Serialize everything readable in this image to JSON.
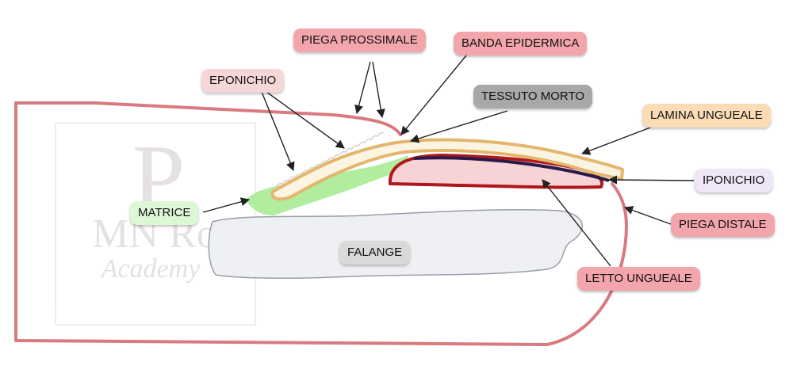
{
  "labels": {
    "piega_prossimale": "PIEGA PROSSIMALE",
    "banda_epidermica": "BANDA EPIDERMICA",
    "eponichio": "EPONICHIO",
    "tessuto_morto": "TESSUTO MORTO",
    "lamina_ungueale": "LAMINA UNGUEALE",
    "iponichio": "IPONICHIO",
    "matrice": "MATRICE",
    "piega_distale": "PIEGA DISTALE",
    "falange": "FALANGE",
    "letto_ungueale": "LETTO UNGUEALE"
  },
  "watermark": {
    "letter": "P",
    "name": "MN  Ro",
    "sub": "Academy"
  },
  "colors": {
    "outline": "#d87a7f",
    "nail_plate_stroke": "#e3b66e",
    "nail_plate_fill": "#fbf4e1",
    "nail_bed_stroke": "#b0171d",
    "nail_bed_fill": "#f7d3d6",
    "hyponychium": "#2a1a4a",
    "matrix": "#a8eb94",
    "bone_fill": "#eef0f3",
    "label_pink": "#f2c7c9",
    "label_rose": "#f3a9ad",
    "label_gray": "#a8a8a8",
    "label_beige": "#fbdcb4",
    "label_lavender": "#efe6f7",
    "label_green": "#def7d7"
  }
}
